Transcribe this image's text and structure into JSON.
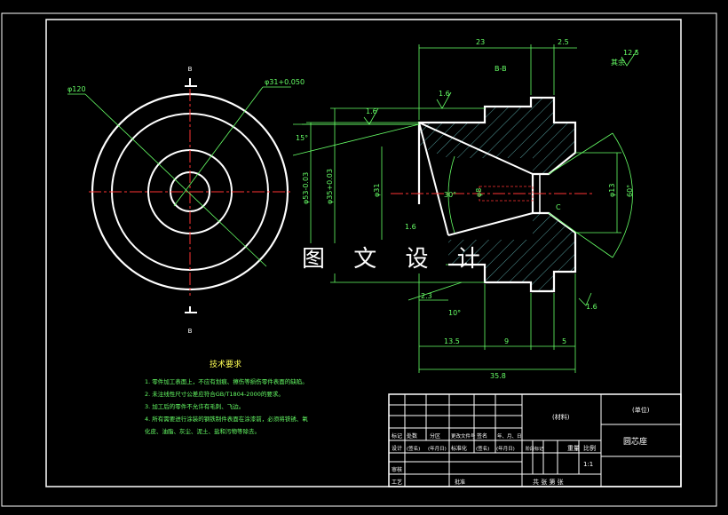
{
  "watermark": "图 文 设 计",
  "section_label": "B-B",
  "view_label_top": "B",
  "view_label_bottom": "B",
  "dims_front": {
    "d120": "φ120",
    "d31": "φ31+0.050"
  },
  "dims_section": {
    "len_23": "23",
    "len_2_5": "2.5",
    "len_2_3": "2.3",
    "len_13_5": "13.5",
    "len_9": "9",
    "len_5": "5",
    "len_35_8": "35.8",
    "ang_15": "15°",
    "ang_10": "10°",
    "ang_30": "30°",
    "ang_60": "60°",
    "d_left1": "φ53-0.03",
    "d_left2": "φ35+0.03",
    "d_31": "φ31",
    "d_8": "φ8",
    "d_13": "φ13",
    "rough_1_6a": "1.6",
    "rough_1_6b": "1.6",
    "rough_1_6c": "1.6",
    "rough_1_6d": "1.6",
    "rough_12_5": "12.5",
    "rough_other": "其余",
    "c_label": "C"
  },
  "tech_requirements": {
    "title": "技术要求",
    "items": [
      "1. 零件加工表面上，不应有划痕、擦伤等损伤零件表面的缺陷。",
      "2. 未注线性尺寸公差应符合GB/T1804-2000的要求。",
      "3. 加工后的零件不允许有毛刺、飞边。",
      "4. 所有需要进行涂装的钢铁制件表面在涂漆前，必须将铁锈、氧",
      "化皮、油脂、灰尘、泥土、盐和污物等除去。"
    ]
  },
  "title_block": {
    "material": "(材料)",
    "unit": "(单位)",
    "part_name": "圆芯座",
    "scale": "1:1",
    "weight_label": "重量",
    "scale_label": "比例",
    "sheets": "共  张  第  张",
    "r1": [
      "标记",
      "处数",
      "分区",
      "更改文件号",
      "签名",
      "年、月、日"
    ],
    "r2": [
      "设计",
      "(签名)",
      "(年月日)",
      "标准化",
      "(签名)",
      "(年月日)"
    ],
    "r3_left": "审核",
    "r4_left": "工艺",
    "r4_mid": "批准",
    "stage_label": "阶段标记"
  }
}
